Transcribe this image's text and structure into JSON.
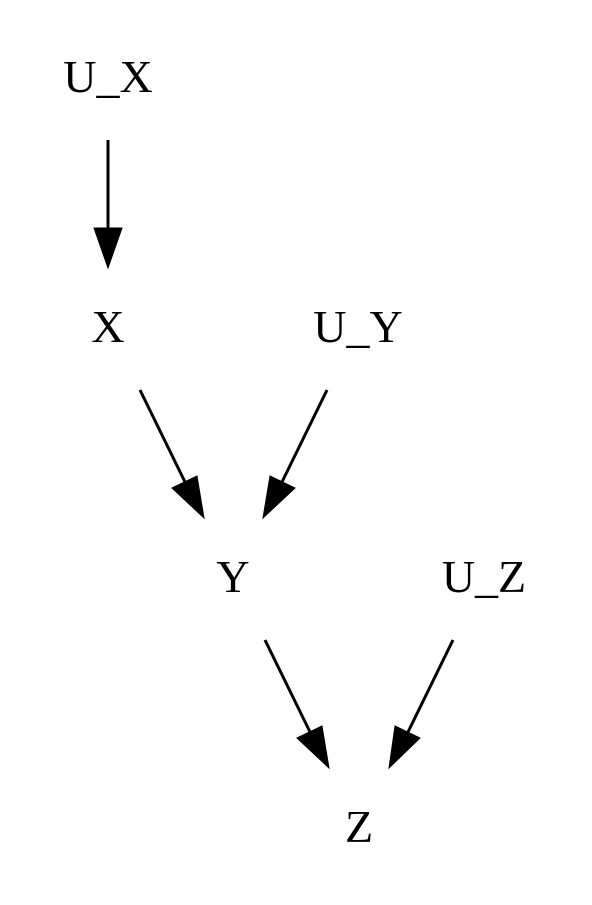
{
  "diagram": {
    "nodes": [
      {
        "id": "U_X",
        "label": "U_X"
      },
      {
        "id": "X",
        "label": "X"
      },
      {
        "id": "U_Y",
        "label": "U_Y"
      },
      {
        "id": "Y",
        "label": "Y"
      },
      {
        "id": "U_Z",
        "label": "U_Z"
      },
      {
        "id": "Z",
        "label": "Z"
      }
    ],
    "edges": [
      {
        "from": "U_X",
        "to": "X"
      },
      {
        "from": "X",
        "to": "Y"
      },
      {
        "from": "U_Y",
        "to": "Y"
      },
      {
        "from": "Y",
        "to": "Z"
      },
      {
        "from": "U_Z",
        "to": "Z"
      }
    ],
    "colors": {
      "text": "#000000",
      "edge": "#000000",
      "background": "#ffffff"
    }
  }
}
